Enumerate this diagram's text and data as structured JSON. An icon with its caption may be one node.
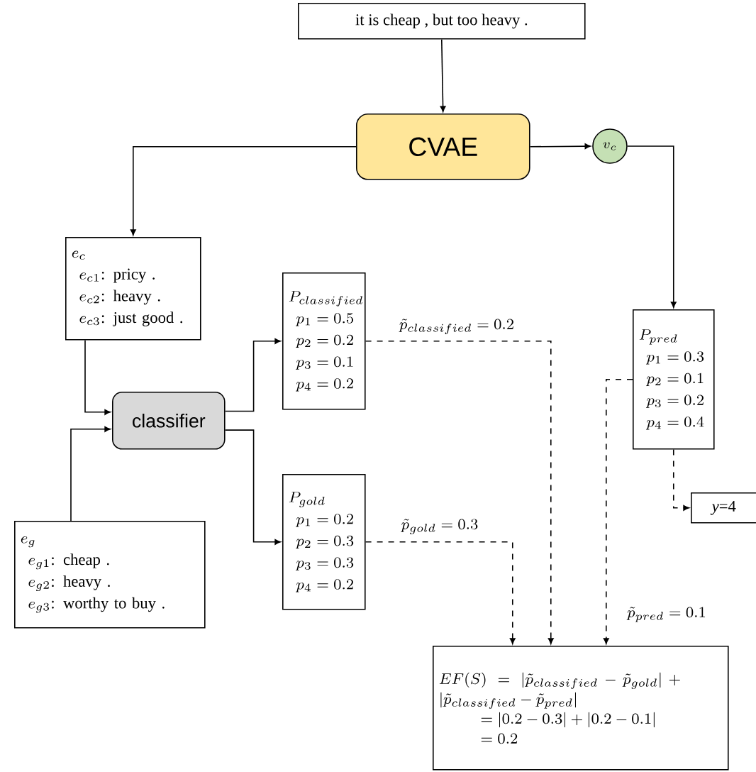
{
  "diagram": {
    "nodes": [
      {
        "text": [
          "it is cheap , but too heavy ."
        ]
      },
      {
        "text": [
          "CVAE"
        ]
      },
      {
        "text": [
          "v_{c}"
        ]
      },
      {
        "text": [
          "e_{c}",
          "e_{c1}\\mbox{: pricy .}",
          "e_{c2}\\mbox{: heavy .}",
          "e_{c3}\\mbox{: just good .}"
        ]
      },
      {
        "text": [
          "classifier"
        ]
      },
      {
        "text": [
          "P_{classified}",
          "p_{1}=0.5",
          "p_{2}=0.2",
          "p_{3}=0.1",
          "p_{4}=0.2"
        ]
      },
      {
        "text": [
          "P_{gold}",
          "p_{1}=0.2",
          "p_{2}=0.3",
          "p_{3}=0.3",
          "p_{4}=0.2"
        ]
      },
      {
        "text": [
          "e_{g}",
          "e_{g1}\\mbox{: cheap .}",
          "e_{g2}\\mbox{: heavy .}",
          "e_{g3}\\mbox{: worthy to buy .}"
        ]
      },
      {
        "text": [
          "P_{pred}",
          "p_{1}=0.3",
          "p_{2}=0.1",
          "p_{3}=0.2",
          "p_{4}=0.4"
        ]
      },
      {
        "text": [
          "*y*=4"
        ]
      },
      {
        "text": [
          "EF(S) = |\\tilde{p}_{classified} - \\tilde{p}_{gold}| + |\\tilde{p}_{classified} - \\tilde{p}_{pred}|",
          "=|0.2 - 0.3| + |0.2 - 0.1|",
          "= 0.2"
        ]
      }
    ],
    "edges": [
      {
        "from": 0,
        "to": 1,
        "arrow": "to"
      },
      {
        "from": 1,
        "to": 3,
        "arrow": "to"
      },
      {
        "from": 1,
        "to": 2,
        "arrow": "to"
      },
      {
        "from": 2,
        "to": 8,
        "arrow": "to"
      },
      {
        "from": 3,
        "to": 4,
        "arrow": "to"
      },
      {
        "from": 7,
        "to": 4,
        "arrow": "to"
      },
      {
        "from": 4,
        "to": 5,
        "arrow": "to"
      },
      {
        "from": 4,
        "to": 6,
        "arrow": "to"
      },
      {
        "from": 5,
        "to": 10,
        "arrow": "to",
        "style": "dashed",
        "label": "\\tilde{p}_{classified} = 0.2"
      },
      {
        "from": 6,
        "to": 10,
        "arrow": "to",
        "style": "dashed",
        "label": "\\tilde{p}_{gold} = 0.3"
      },
      {
        "from": 8,
        "to": 10,
        "arrow": "to",
        "style": "dashed",
        "label": "\\tilde{p}_{pred} = 0.1"
      },
      {
        "from": 8,
        "to": 9,
        "arrow": "to",
        "style": "dashed"
      }
    ]
  }
}
